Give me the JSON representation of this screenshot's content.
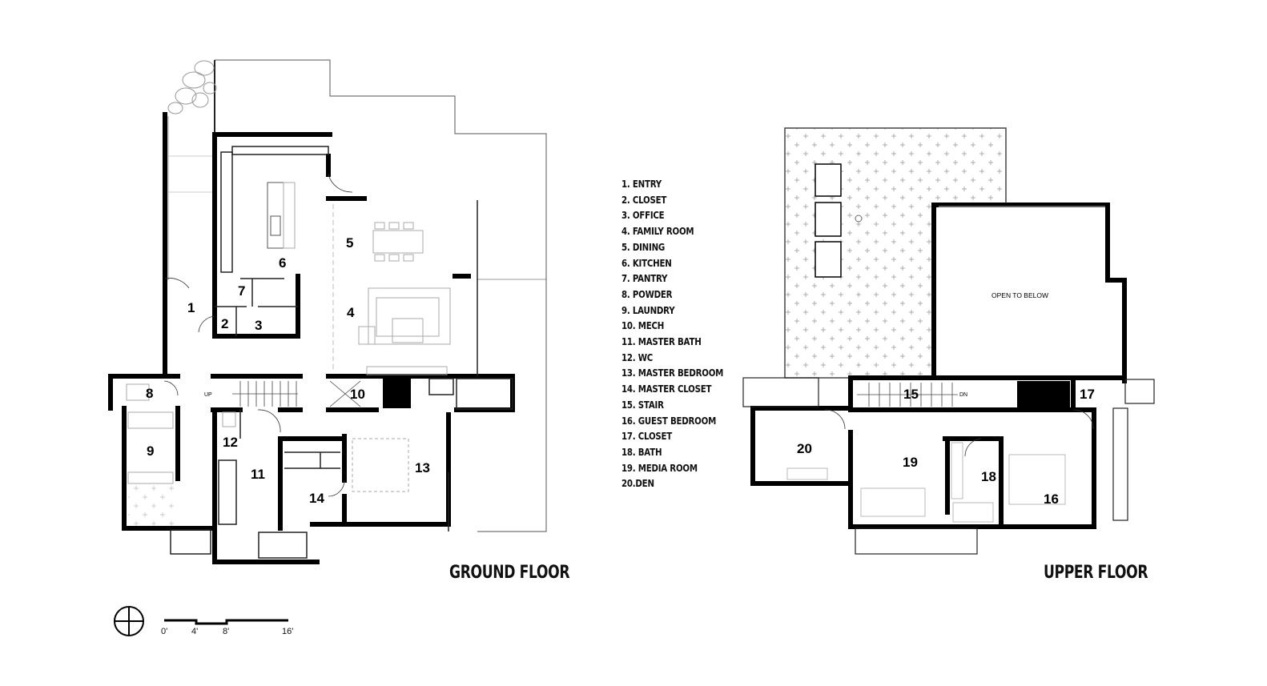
{
  "ground_floor": {
    "title": "GROUND FLOOR",
    "room_numbers": [
      "1",
      "2",
      "3",
      "4",
      "5",
      "6",
      "7",
      "8",
      "9",
      "10",
      "11",
      "12",
      "13",
      "14"
    ],
    "stair_label": "UP"
  },
  "upper_floor": {
    "title": "UPPER FLOOR",
    "room_numbers": [
      "15",
      "16",
      "17",
      "18",
      "19",
      "20"
    ],
    "open_label": "OPEN TO BELOW",
    "stair_label": "DN"
  },
  "legend": [
    "1. ENTRY",
    "2. CLOSET",
    "3. OFFICE",
    "4. FAMILY ROOM",
    "5. DINING",
    "6. KITCHEN",
    "7. PANTRY",
    "8. POWDER",
    "9. LAUNDRY",
    "10. MECH",
    "11. MASTER BATH",
    "12. WC",
    "13. MASTER BEDROOM",
    "14. MASTER CLOSET",
    "15. STAIR",
    "16. GUEST BEDROOM",
    "17. CLOSET",
    "18. BATH",
    "19. MEDIA ROOM",
    "20.DEN"
  ],
  "scale_bar": {
    "labels": [
      "0'",
      "4'",
      "8'",
      "16'"
    ]
  },
  "icons": [
    "north-arrow-icon",
    "scale-bar-icon"
  ]
}
